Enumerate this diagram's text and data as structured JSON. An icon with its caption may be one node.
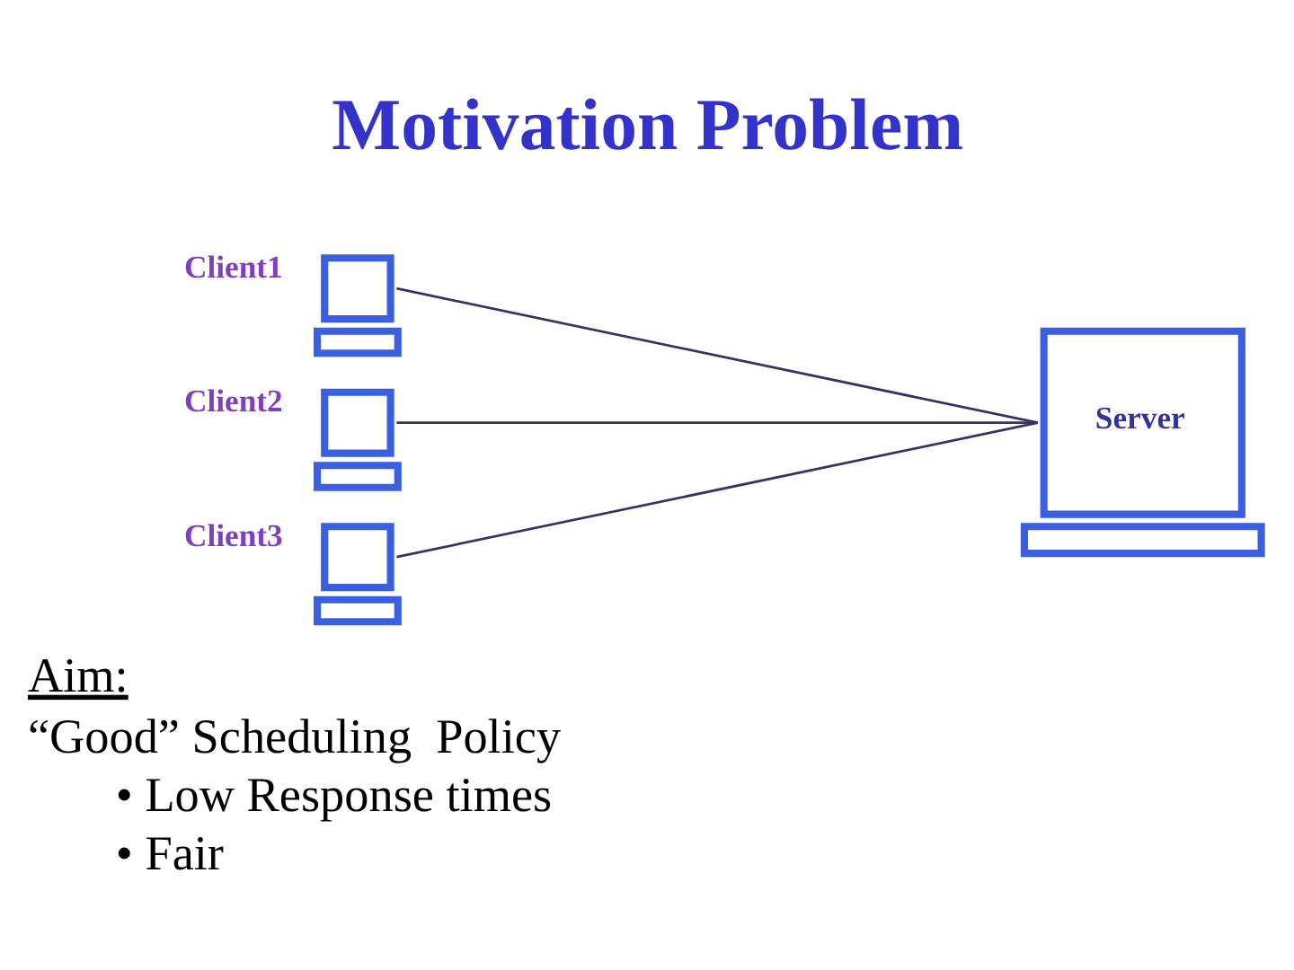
{
  "diagram": {
    "title": "Motivation Problem",
    "nodes": [
      {
        "text": [],
        "shape": "computer",
        "beside": [
          "Client1"
        ]
      },
      {
        "text": [],
        "shape": "computer",
        "beside": [
          "Client2"
        ]
      },
      {
        "text": [],
        "shape": "computer",
        "beside": [
          "Client3"
        ]
      },
      {
        "text": [
          "Server"
        ]
      }
    ],
    "edges": [
      {
        "from": 0,
        "to": 3,
        "arrow": "none"
      },
      {
        "from": 1,
        "to": 3,
        "arrow": "none"
      },
      {
        "from": 2,
        "to": 3,
        "arrow": "none"
      }
    ],
    "labels": [
      "Aim:",
      "“Good” Scheduling  Policy",
      "• Low Response times",
      "• Fair"
    ]
  }
}
